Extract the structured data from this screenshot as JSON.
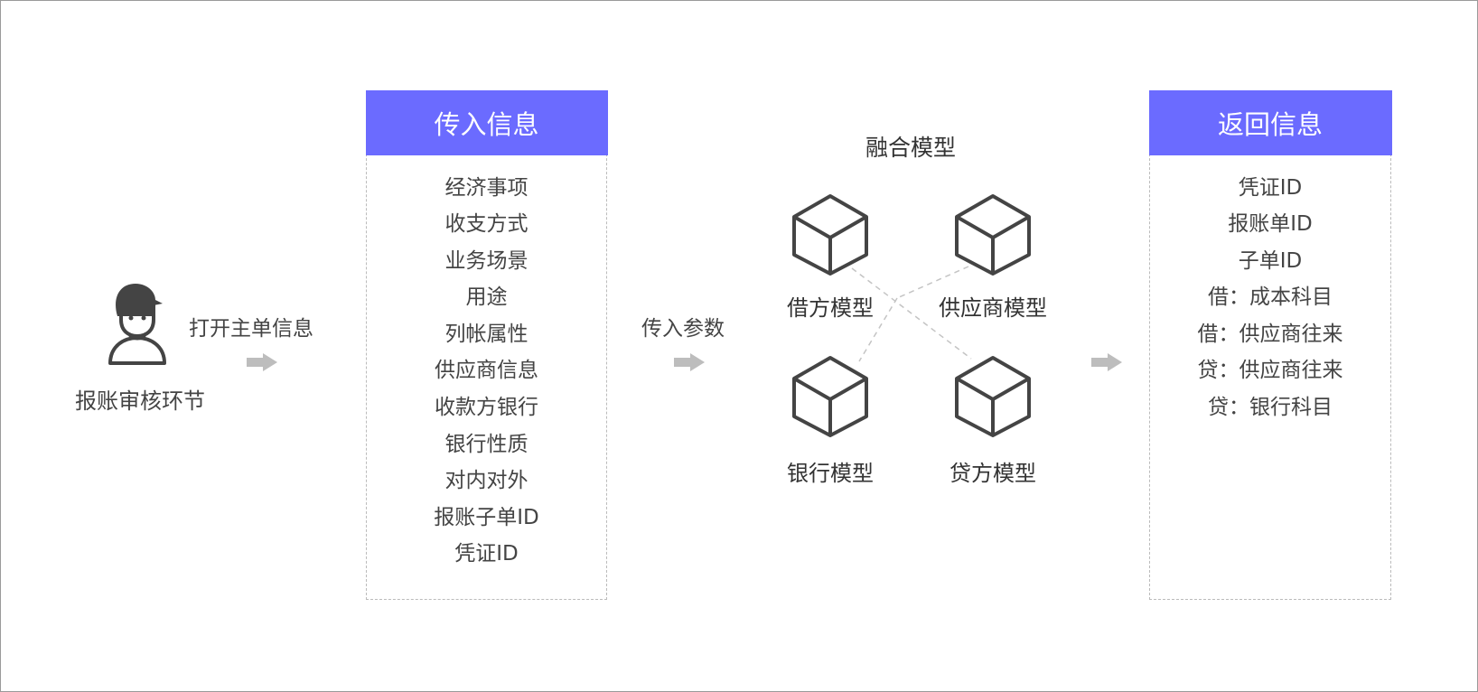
{
  "actor": {
    "label": "报账审核环节",
    "icon": "user-icon"
  },
  "step1_label": "打开主单信息",
  "input_box": {
    "title": "传入信息",
    "items": [
      "经济事项",
      "收支方式",
      "业务场景",
      "用途",
      "列帐属性",
      "供应商信息",
      "收款方银行",
      "银行性质",
      "对内对外",
      "报账子单ID",
      "凭证ID"
    ]
  },
  "step2_label": "传入参数",
  "model": {
    "title": "融合模型",
    "cubes": [
      "借方模型",
      "供应商模型",
      "银行模型",
      "贷方模型"
    ]
  },
  "output_box": {
    "title": "返回信息",
    "items": [
      "凭证ID",
      "报账单ID",
      "子单ID",
      "借：成本科目",
      "借：供应商往来",
      "贷：供应商往来",
      "贷：银行科目"
    ]
  },
  "colors": {
    "header": "#6b6bff",
    "arrow": "#bdbdbd",
    "icon": "#444444"
  }
}
